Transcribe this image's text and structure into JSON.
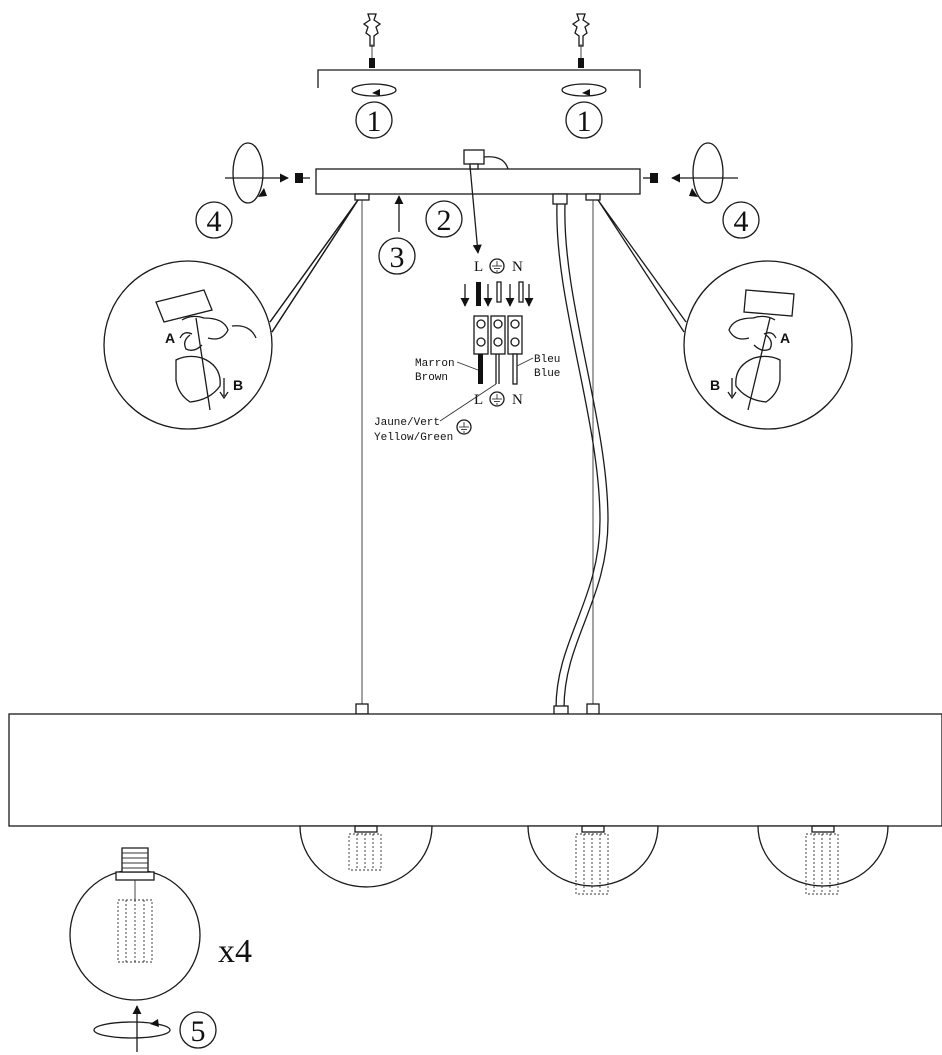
{
  "steps": {
    "s1a": "1",
    "s1b": "1",
    "s2": "2",
    "s3": "3",
    "s4a": "4",
    "s4b": "4",
    "s5": "5"
  },
  "wiring": {
    "top_L": "L",
    "top_N": "N",
    "bottom_L": "L",
    "bottom_N": "N",
    "brown_fr": "Marron",
    "brown_en": "Brown",
    "blue_fr": "Bleu",
    "blue_en": "Blue",
    "earth_fr": "Jaune/Vert",
    "earth_en": "Yellow/Green"
  },
  "detail_left": {
    "a": "A",
    "b": "B"
  },
  "detail_right": {
    "a": "A",
    "b": "B"
  },
  "bulb_quantity": "x4",
  "icons": [
    "wall-plug-icon",
    "screw-icon",
    "rotate-arrow-icon",
    "earth-symbol-icon",
    "pointer-arrow-icon",
    "hand-icon",
    "light-bulb-icon"
  ]
}
